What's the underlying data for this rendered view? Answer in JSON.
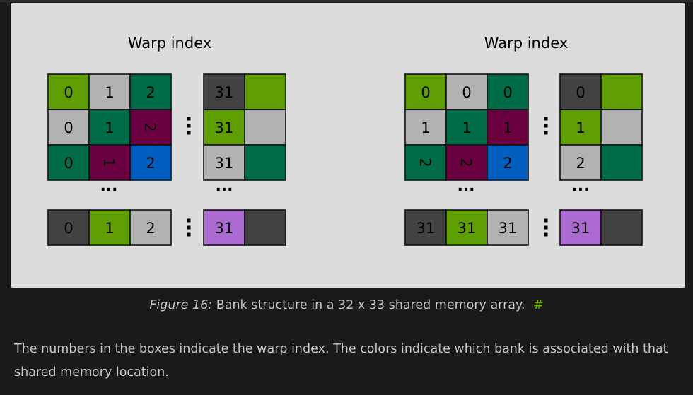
{
  "diagrams": [
    {
      "title": "Warp index",
      "blocks": [
        {
          "rows": [
            {
              "cells": [
                {
                  "text": "0",
                  "color": "#5f9e00"
                },
                {
                  "text": "1",
                  "color": "#b2b2b2"
                },
                {
                  "text": "2",
                  "color": "#006b47"
                }
              ]
            },
            {
              "cells": [
                {
                  "text": "0",
                  "color": "#b2b2b2"
                },
                {
                  "text": "1",
                  "color": "#006b47"
                },
                {
                  "text": "2",
                  "color": "#6a0040",
                  "rotate": true
                }
              ]
            },
            {
              "cells": [
                {
                  "text": "0",
                  "color": "#006b47"
                },
                {
                  "text": "1",
                  "color": "#6a0040",
                  "rotate": true
                },
                {
                  "text": "2",
                  "color": "#005ebf"
                }
              ]
            }
          ]
        },
        {
          "rows": [
            {
              "cells": [
                {
                  "text": "0",
                  "color": "#424242"
                },
                {
                  "text": "1",
                  "color": "#5f9e00"
                },
                {
                  "text": "2",
                  "color": "#b2b2b2"
                }
              ]
            }
          ]
        },
        {
          "rows": [
            {
              "cells": [
                {
                  "text": "31",
                  "color": "#424242"
                },
                {
                  "text": "",
                  "color": "#5f9e00"
                }
              ]
            },
            {
              "cells": [
                {
                  "text": "31",
                  "color": "#5f9e00"
                },
                {
                  "text": "",
                  "color": "#b2b2b2"
                }
              ]
            },
            {
              "cells": [
                {
                  "text": "31",
                  "color": "#b2b2b2"
                },
                {
                  "text": "",
                  "color": "#006b47"
                }
              ]
            }
          ]
        },
        {
          "rows": [
            {
              "cells": [
                {
                  "text": "31",
                  "color": "#aa6ad0"
                },
                {
                  "text": "",
                  "color": "#424242"
                }
              ]
            }
          ]
        }
      ]
    },
    {
      "title": "Warp index",
      "blocks": [
        {
          "rows": [
            {
              "cells": [
                {
                  "text": "0",
                  "color": "#5f9e00"
                },
                {
                  "text": "0",
                  "color": "#b2b2b2"
                },
                {
                  "text": "0",
                  "color": "#006b47"
                }
              ]
            },
            {
              "cells": [
                {
                  "text": "1",
                  "color": "#b2b2b2"
                },
                {
                  "text": "1",
                  "color": "#006b47"
                },
                {
                  "text": "1",
                  "color": "#6a0040"
                }
              ]
            },
            {
              "cells": [
                {
                  "text": "2",
                  "color": "#006b47",
                  "rotate": true
                },
                {
                  "text": "2",
                  "color": "#6a0040",
                  "rotate": true
                },
                {
                  "text": "2",
                  "color": "#005ebf"
                }
              ]
            }
          ]
        },
        {
          "rows": [
            {
              "cells": [
                {
                  "text": "31",
                  "color": "#424242"
                },
                {
                  "text": "31",
                  "color": "#5f9e00"
                },
                {
                  "text": "31",
                  "color": "#b2b2b2"
                }
              ]
            }
          ]
        },
        {
          "rows": [
            {
              "cells": [
                {
                  "text": "0",
                  "color": "#424242"
                },
                {
                  "text": "",
                  "color": "#5f9e00"
                }
              ]
            },
            {
              "cells": [
                {
                  "text": "1",
                  "color": "#5f9e00"
                },
                {
                  "text": "",
                  "color": "#b2b2b2"
                }
              ]
            },
            {
              "cells": [
                {
                  "text": "2",
                  "color": "#b2b2b2"
                },
                {
                  "text": "",
                  "color": "#006b47"
                }
              ]
            }
          ]
        },
        {
          "rows": [
            {
              "cells": [
                {
                  "text": "31",
                  "color": "#aa6ad0"
                },
                {
                  "text": "",
                  "color": "#424242"
                }
              ]
            }
          ]
        }
      ]
    }
  ],
  "ellipsis": "...",
  "caption": {
    "label": "Figure 16:",
    "text": "Bank structure in a 32 x 33 shared memory array.",
    "anchor": "#"
  },
  "paragraph": "The numbers in the boxes indicate the warp index. The colors indicate which bank is associated with that shared memory location.",
  "colors": {
    "page_bg": "#1a1a1a",
    "figure_bg": "#dcdcdc",
    "accent": "#76b900",
    "text_on_light": "#000000"
  }
}
